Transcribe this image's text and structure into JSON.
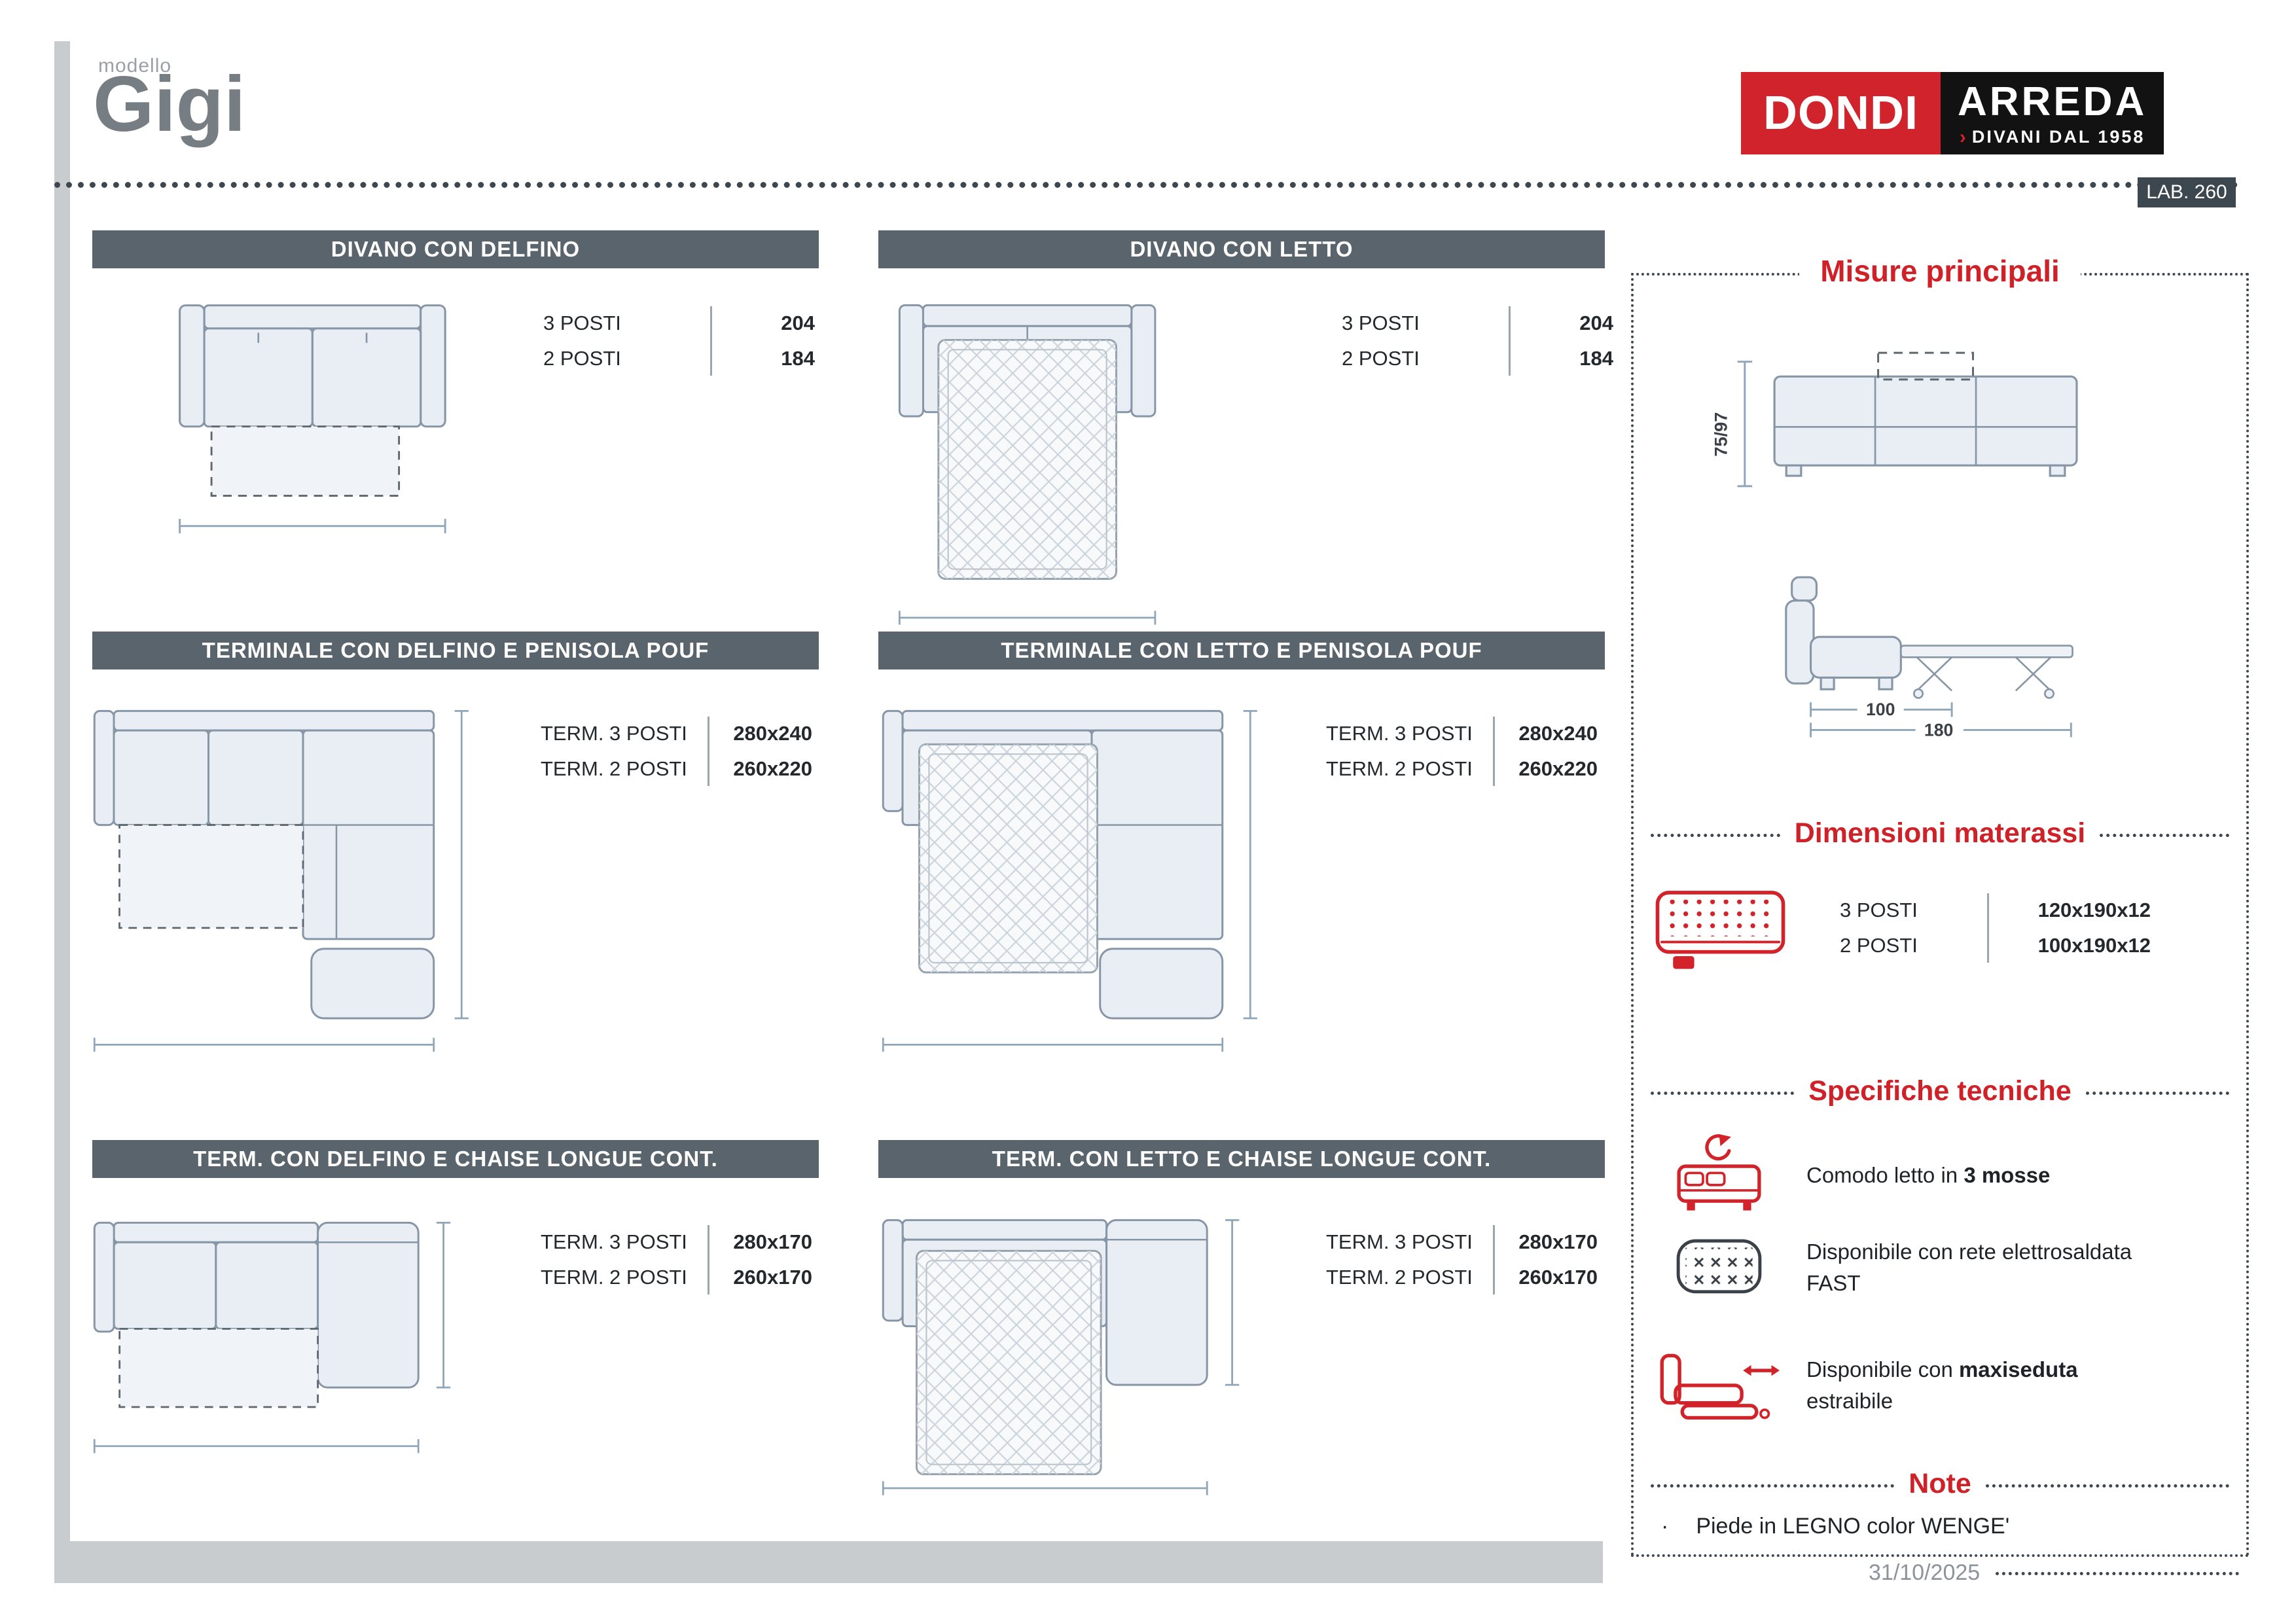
{
  "page": {
    "modello_label": "modello",
    "model_name": "Gigi",
    "lab_badge": "LAB. 260",
    "date": "31/10/2025"
  },
  "logo": {
    "brand_left": "DONDI",
    "brand_right": "ARREDA",
    "tagline_arrow": "›",
    "tagline": "DIVANI DAL 1958"
  },
  "colors": {
    "accent_red": "#d0232b",
    "header_slate": "#59646d",
    "badge_slate": "#3c4750",
    "sofa_fill": "#e9eef4",
    "sofa_stroke": "#8796a6"
  },
  "sections": [
    {
      "title": "DIVANO CON DELFINO",
      "specs": [
        {
          "label": "3 POSTI",
          "value": "204"
        },
        {
          "label": "2 POSTI",
          "value": "184"
        }
      ]
    },
    {
      "title": "DIVANO CON LETTO",
      "specs": [
        {
          "label": "3 POSTI",
          "value": "204"
        },
        {
          "label": "2 POSTI",
          "value": "184"
        }
      ]
    },
    {
      "title": "TERMINALE CON DELFINO E PENISOLA POUF",
      "specs": [
        {
          "label": "TERM. 3 POSTI",
          "value": "280x240"
        },
        {
          "label": "TERM. 2 POSTI",
          "value": "260x220"
        }
      ]
    },
    {
      "title": "TERMINALE CON LETTO E PENISOLA POUF",
      "specs": [
        {
          "label": "TERM. 3 POSTI",
          "value": "280x240"
        },
        {
          "label": "TERM. 2 POSTI",
          "value": "260x220"
        }
      ]
    },
    {
      "title": "TERM. CON DELFINO E CHAISE LONGUE CONT.",
      "specs": [
        {
          "label": "TERM. 3 POSTI",
          "value": "280x170"
        },
        {
          "label": "TERM. 2 POSTI",
          "value": "260x170"
        }
      ]
    },
    {
      "title": "TERM. CON LETTO E CHAISE LONGUE CONT.",
      "specs": [
        {
          "label": "TERM. 3 POSTI",
          "value": "280x170"
        },
        {
          "label": "TERM. 2 POSTI",
          "value": "260x170"
        }
      ]
    }
  ],
  "panel": {
    "misure_title": "Misure principali",
    "height_range": "75/97",
    "depth_closed": "100",
    "depth_open": "180",
    "materassi_title": "Dimensioni materassi",
    "materassi": [
      {
        "label": "3 POSTI",
        "value": "120x190x12"
      },
      {
        "label": "2 POSTI",
        "value": "100x190x12"
      }
    ],
    "specifiche_title": "Specifiche tecniche",
    "features": [
      {
        "pre": "Comodo letto in ",
        "bold": "3 mosse",
        "post": ""
      },
      {
        "pre": "Disponibile con rete elettrosaldata",
        "bold": "",
        "post": "FAST"
      },
      {
        "pre": "Disponibile con ",
        "bold": "maxiseduta",
        "post": "estraibile"
      }
    ],
    "note_title": "Note",
    "note_bullet": "·",
    "note_text": "Piede in LEGNO color WENGE'"
  }
}
